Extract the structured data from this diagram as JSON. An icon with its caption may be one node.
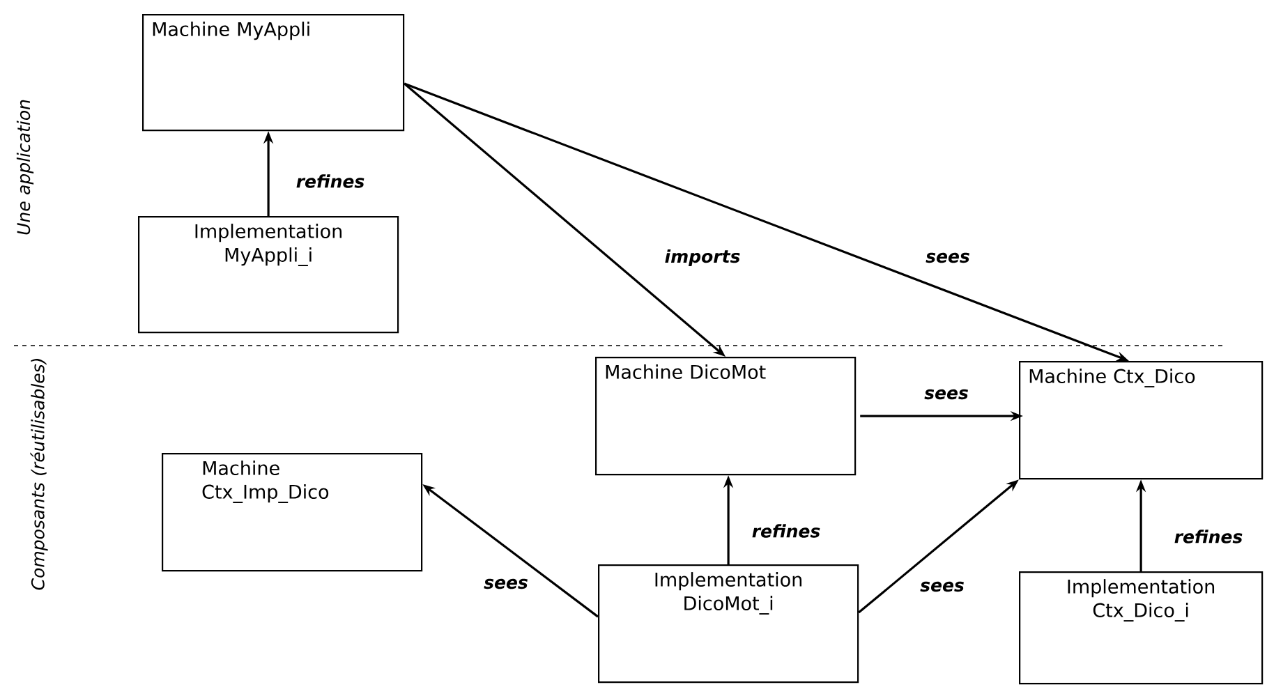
{
  "diagram": {
    "nodes": [
      {
        "text": [
          "Machine MyAppli"
        ]
      },
      {
        "text": [
          "Implementation MyAppli_i"
        ]
      },
      {
        "text": [
          "Machine DicoMot"
        ]
      },
      {
        "text": [
          "Machine Ctx_Dico"
        ]
      },
      {
        "text": [
          "Machine Ctx_Imp_Dico"
        ]
      },
      {
        "text": [
          "Implementation DicoMot_i"
        ]
      },
      {
        "text": [
          "Implementation Ctx_Dico_i"
        ]
      }
    ],
    "edges": [
      {
        "from": 1,
        "to": 0,
        "arrow": "to",
        "label": "refines"
      },
      {
        "from": 0,
        "to": 2,
        "arrow": "to",
        "label": "imports"
      },
      {
        "from": 0,
        "to": 3,
        "arrow": "to",
        "label": "sees"
      },
      {
        "from": 2,
        "to": 3,
        "arrow": "to",
        "label": "sees"
      },
      {
        "from": 5,
        "to": 2,
        "arrow": "to",
        "label": "refines"
      },
      {
        "from": 5,
        "to": 4,
        "arrow": "to",
        "label": "sees"
      },
      {
        "from": 5,
        "to": 3,
        "arrow": "to",
        "label": "sees"
      },
      {
        "from": 6,
        "to": 3,
        "arrow": "to",
        "label": "refines"
      }
    ],
    "labels": [
      "Une application",
      "Composants (réutilisables)"
    ]
  }
}
